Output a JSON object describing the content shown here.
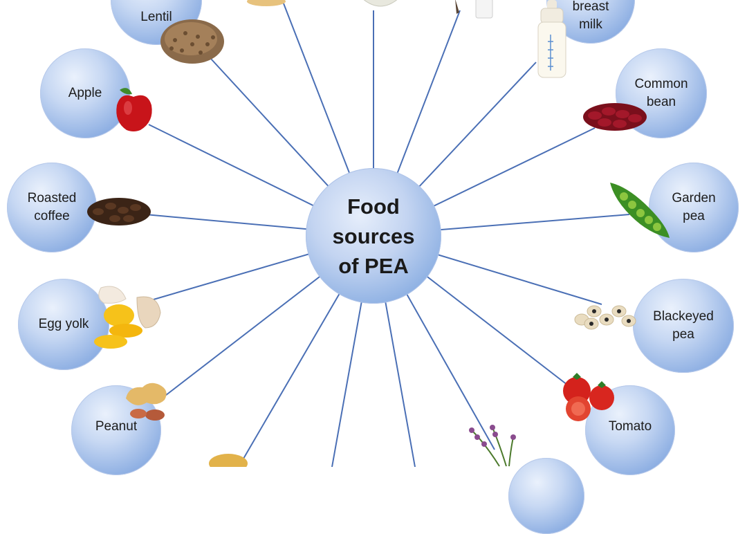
{
  "center": {
    "label": "Food\nsources\nof PEA"
  },
  "nodes": [
    {
      "id": "lentil",
      "label": "Lentil"
    },
    {
      "id": "breast-milk",
      "label": "breast\nmilk"
    },
    {
      "id": "apple",
      "label": "Apple"
    },
    {
      "id": "common-bean",
      "label": "Common\nbean"
    },
    {
      "id": "roasted-coffee",
      "label": "Roasted\ncoffee"
    },
    {
      "id": "garden-pea",
      "label": "Garden\npea"
    },
    {
      "id": "egg-yolk",
      "label": "Egg yolk"
    },
    {
      "id": "blackeyed-pea",
      "label": "Blackeyed\npea"
    },
    {
      "id": "peanut",
      "label": "Peanut"
    },
    {
      "id": "tomato",
      "label": "Tomato"
    }
  ],
  "colors": {
    "node_fill": "#8fb0e3",
    "spoke": "#4a6fb5"
  }
}
